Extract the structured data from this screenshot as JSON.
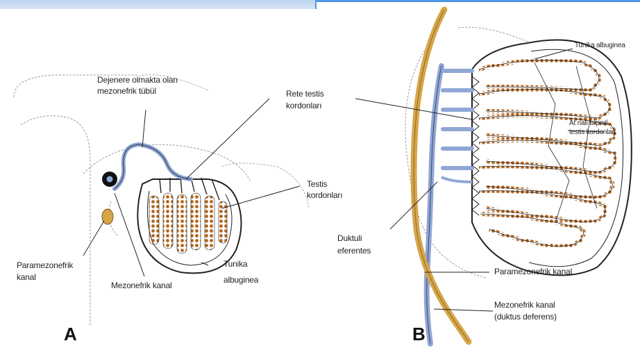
{
  "panel_a": {
    "letter": "A",
    "label_degenerating_1": "Dejenere olmakta olan",
    "label_degenerating_2": "mezonefrik tübül",
    "label_testis_cords_1": "Testis",
    "label_testis_cords_2": "kordonları",
    "label_paramesonephric_1": "Paramezonefrik",
    "label_paramesonephric_2": "kanal",
    "label_mesonephric": "Mezonefrik kanal",
    "label_tunica_1": "Tunika",
    "label_tunica_2": "albuginea"
  },
  "panel_b": {
    "letter": "B",
    "label_rete_1": "Rete testis",
    "label_rete_2": "kordonları",
    "label_ductuli_1": "Duktuli",
    "label_ductuli_2": "eferentes",
    "label_tunica": "Tunika albuginea",
    "label_horseshoe_1": "At nalı biçimli",
    "label_horseshoe_2": "testis kordonları",
    "label_paramesonephric": "Paramezonefrik kanal",
    "label_mesonephric_1": "Mezonefrik kanal",
    "label_mesonephric_2": "(duktus deferens)"
  },
  "colors": {
    "duct_blue": "#8fa6d6",
    "paramesonephric_gold": "#d6a64a",
    "cord_dots": "#b5651d"
  }
}
